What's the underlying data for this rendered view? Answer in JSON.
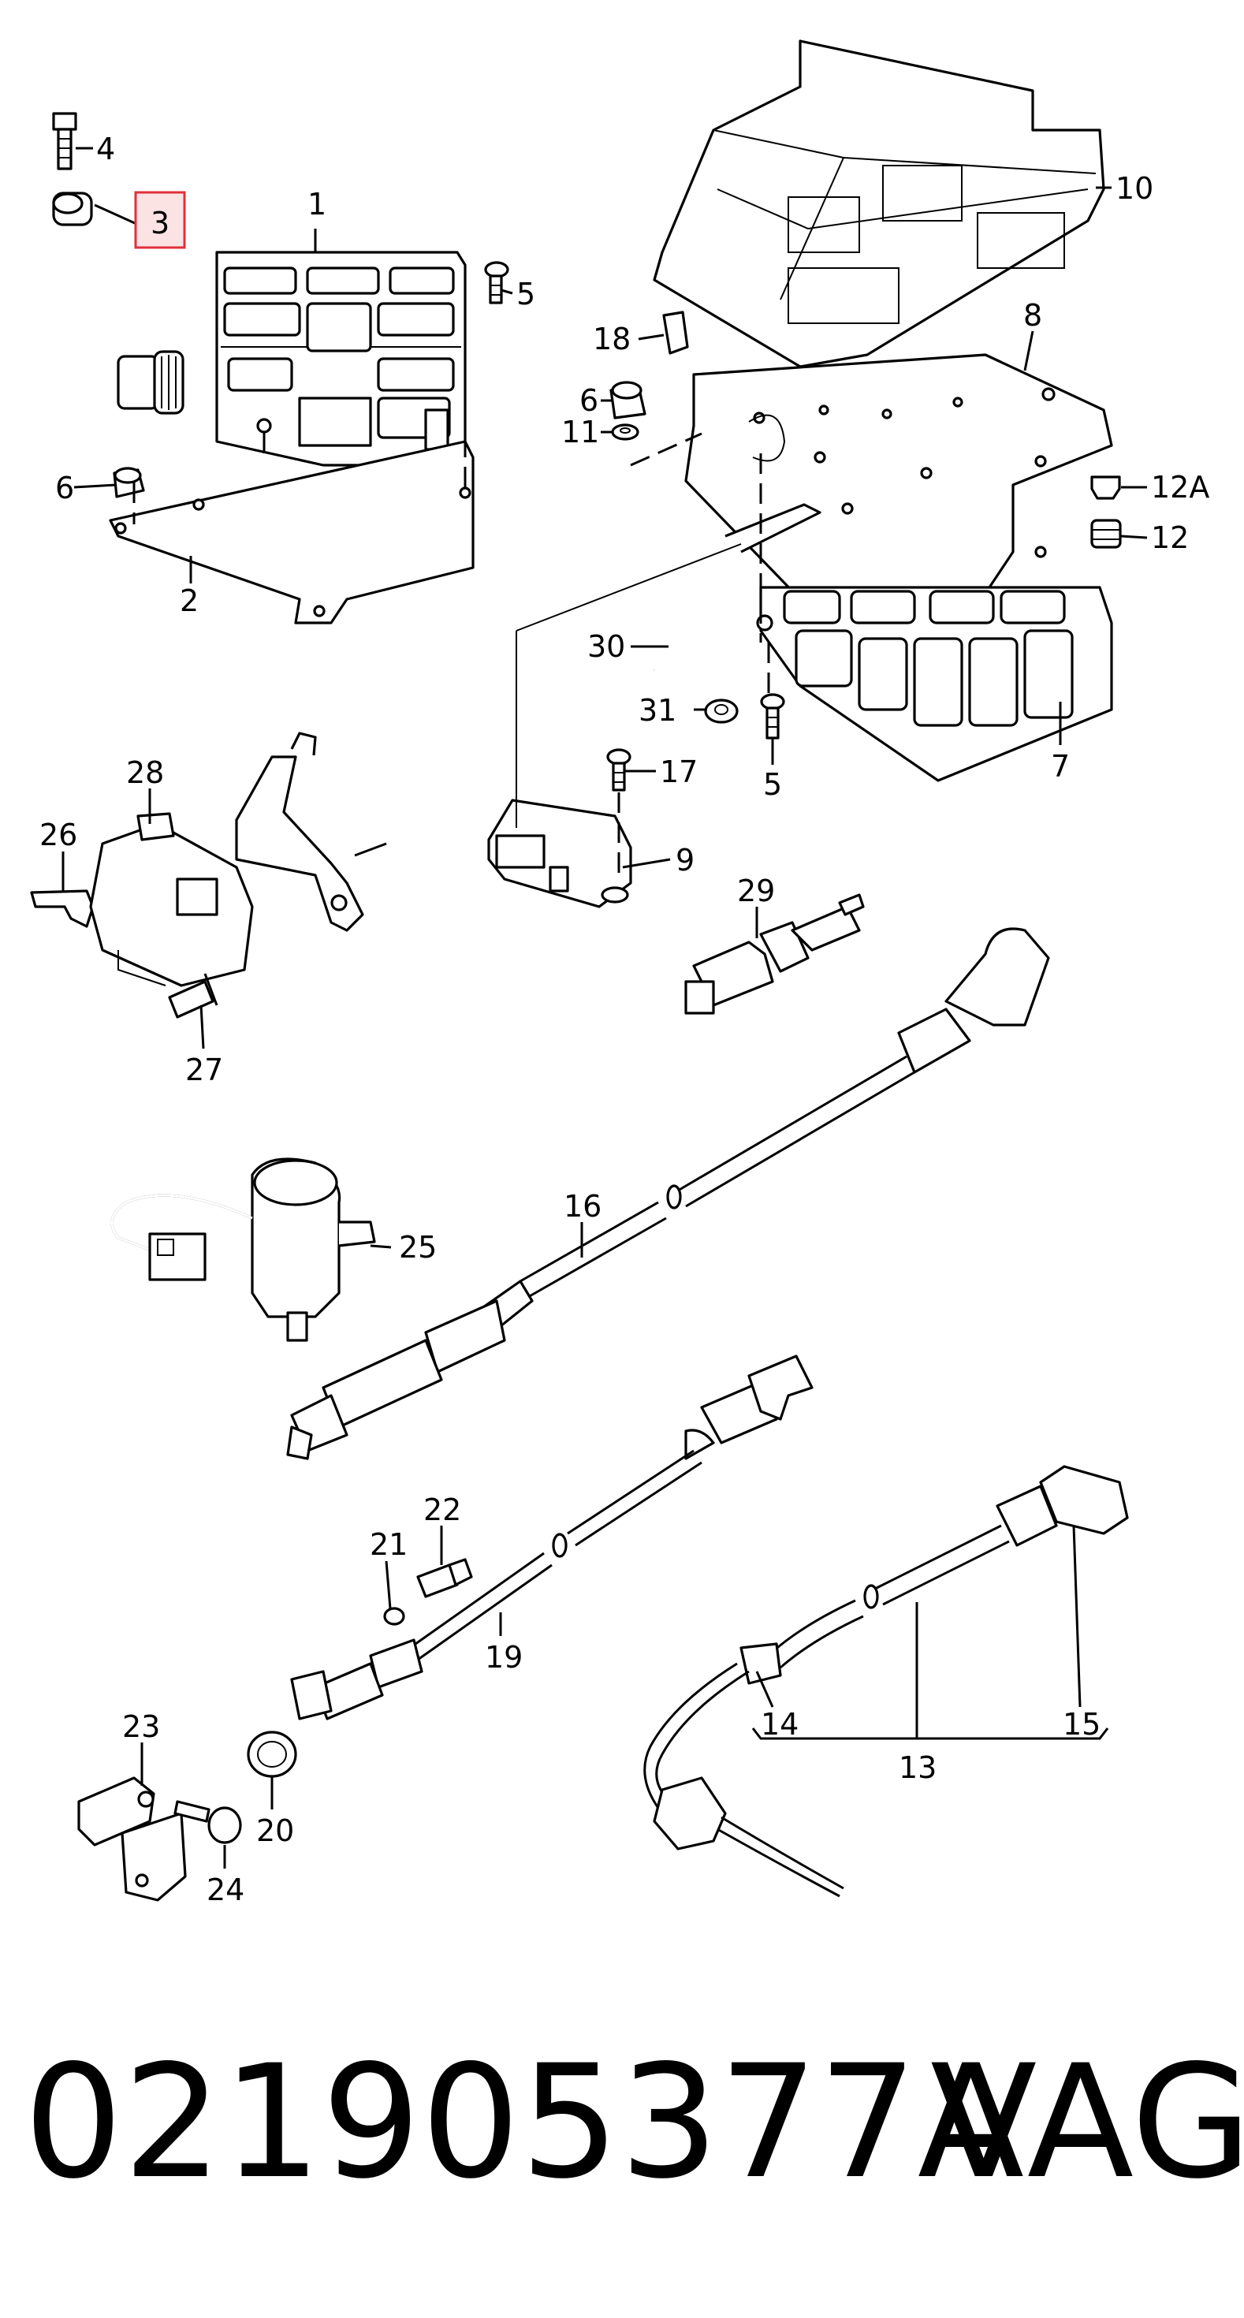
{
  "highlight_color": "#e0303a",
  "highlight_fill": "#fbe3e4",
  "callouts": {
    "c1": "1",
    "c2": "2",
    "c3": "3",
    "c4": "4",
    "c5a": "5",
    "c5b": "5",
    "c6a": "6",
    "c6b": "6",
    "c7": "7",
    "c8": "8",
    "c9": "9",
    "c10": "10",
    "c11": "11",
    "c12": "12",
    "c12a": "12A",
    "c13": "13",
    "c14": "14",
    "c15": "15",
    "c16": "16",
    "c17": "17",
    "c18": "18",
    "c19": "19",
    "c20": "20",
    "c21": "21",
    "c22": "22",
    "c23": "23",
    "c24": "24",
    "c25": "25",
    "c26": "26",
    "c27": "27",
    "c28": "28",
    "c29": "29",
    "c30": "30",
    "c31": "31"
  },
  "footer": {
    "part_number": "021905377A",
    "brand": "VAG"
  }
}
